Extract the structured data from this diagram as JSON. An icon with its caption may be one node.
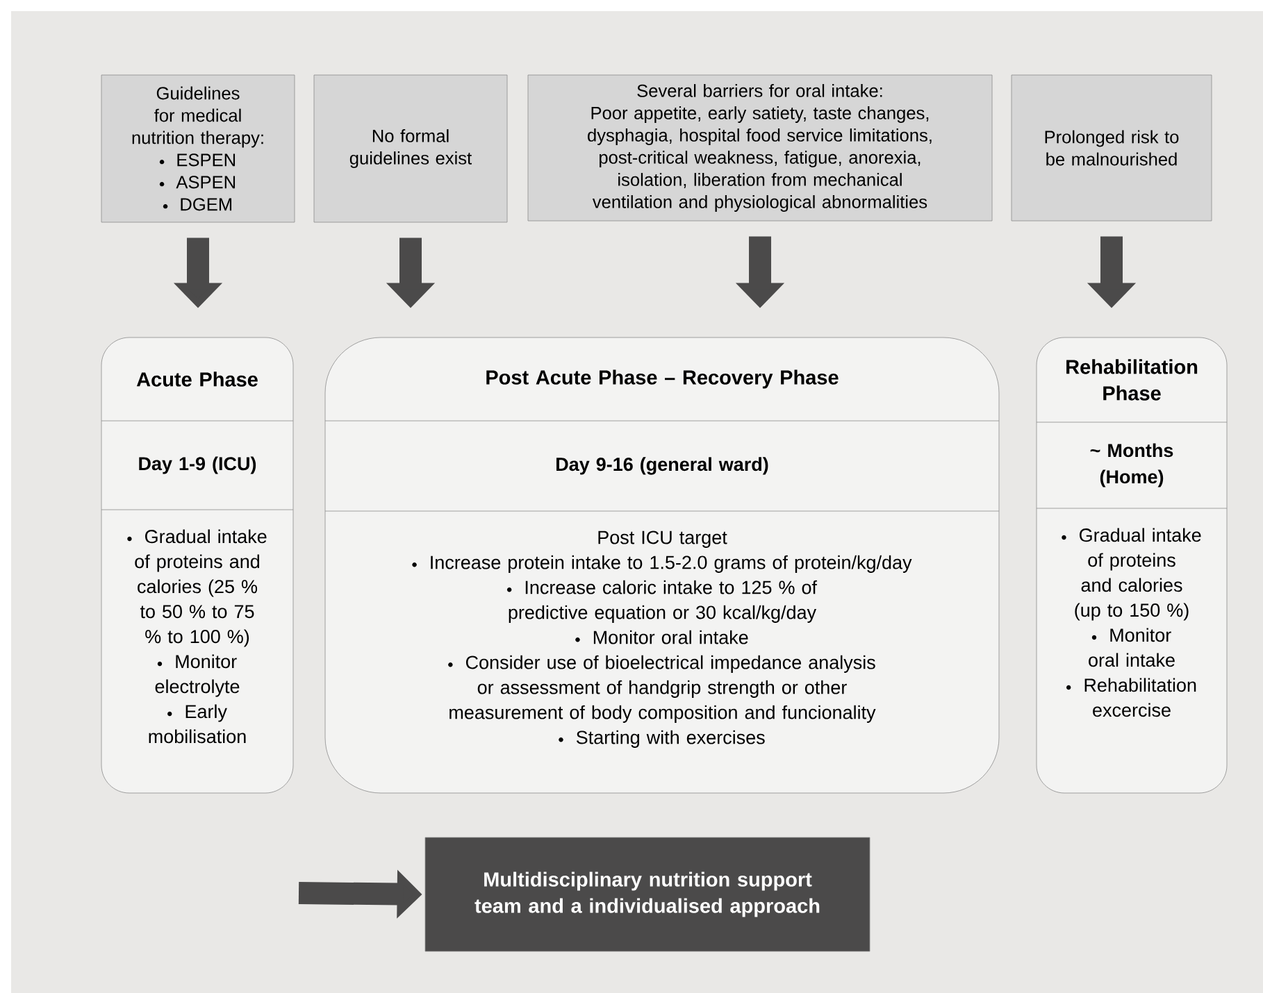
{
  "diagram": {
    "nodes": [
      {
        "text": [
          "Guidelines for medical nutrition therapy:",
          "ESPEN",
          "ASPEN",
          "DGEM"
        ]
      },
      {
        "text": [
          "No formal guidelines exist"
        ]
      },
      {
        "text": [
          "Several barriers for oral intake:",
          "Poor appetite, early satiety, taste changes, dysphagia, hospital food service limitations, post-critical weakness, fatigue, anorexia, isolation, liberation from mechanical ventilation and physiological abnormalities"
        ]
      },
      {
        "text": [
          "Prolonged risk to be malnourished"
        ]
      },
      {
        "text": [
          "Acute Phase",
          "Day 1-9 (ICU)",
          "Gradual intake of proteins and calories (25 % to 50 % to 75 % to 100 %)",
          "Monitor electrolyte",
          "Early mobilisation"
        ]
      },
      {
        "text": [
          "Post Acute Phase – Recovery Phase",
          "Day 9-16 (general ward)",
          "Post ICU target",
          "Increase protein intake to 1.5-2.0 grams of protein/kg/day",
          "Increase caloric intake to 125 % of predictive equation or 30 kcal/kg/day",
          "Monitor oral intake",
          "Consider use of bioelectrical impedance analysis or assessment of handgrip strength or other measurement of body composition and funcionality",
          "Starting with exercises"
        ]
      },
      {
        "text": [
          "Rehabilitation Phase",
          "~ Months (Home)",
          "Gradual intake of proteins and calories (up to 150 %)",
          "Monitor oral intake",
          "Rehabilitation excercise"
        ]
      },
      {
        "text": [
          "Multidisciplinary nutrition support team and a individualised approach"
        ]
      }
    ],
    "edges": [
      {
        "from": 0,
        "to": 4,
        "arrow": "to"
      },
      {
        "from": 1,
        "to": 5,
        "arrow": "to"
      },
      {
        "from": 2,
        "to": 5,
        "arrow": "to"
      },
      {
        "from": 3,
        "to": 6,
        "arrow": "to"
      },
      {
        "from": null,
        "to": 7,
        "arrow": "to"
      }
    ]
  }
}
